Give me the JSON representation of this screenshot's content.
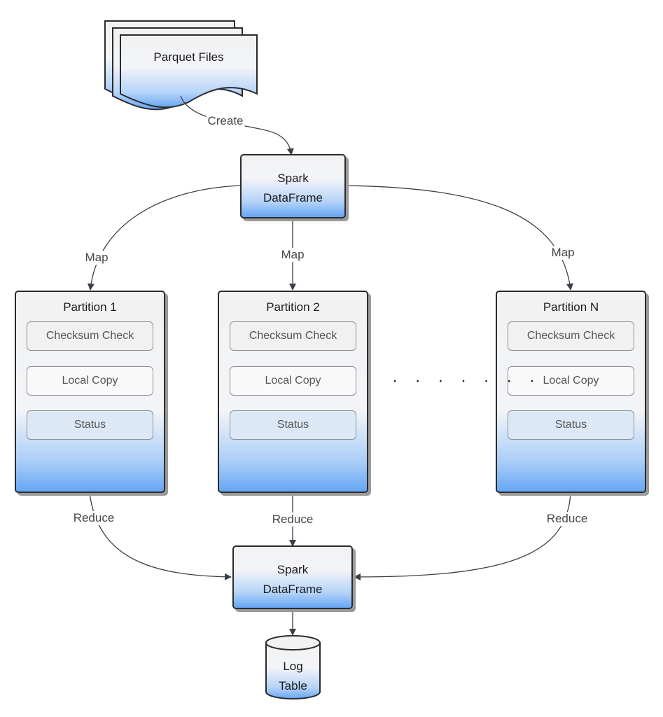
{
  "source": {
    "label": "Parquet Files"
  },
  "dataframe_top": {
    "line1": "Spark",
    "line2": "DataFrame"
  },
  "dataframe_bottom": {
    "line1": "Spark",
    "line2": "DataFrame"
  },
  "log_table": {
    "line1": "Log",
    "line2": "Table"
  },
  "edges": {
    "create": "Create",
    "map_left": "Map",
    "map_mid": "Map",
    "map_right": "Map",
    "reduce_left": "Reduce",
    "reduce_mid": "Reduce",
    "reduce_right": "Reduce"
  },
  "partitions": [
    {
      "title": "Partition 1",
      "steps": [
        "Checksum Check",
        "Local Copy",
        "Status"
      ]
    },
    {
      "title": "Partition 2",
      "steps": [
        "Checksum Check",
        "Local Copy",
        "Status"
      ]
    },
    {
      "title": "Partition N",
      "steps": [
        "Checksum Check",
        "Local Copy",
        "Status"
      ]
    }
  ],
  "ellipsis": "· · · · · · ·",
  "colors": {
    "stroke": "#2b2b2b",
    "gradient_top": "#f2f2f2",
    "gradient_bottom": "#66a6f4",
    "arrow": "#3a3f4a"
  }
}
